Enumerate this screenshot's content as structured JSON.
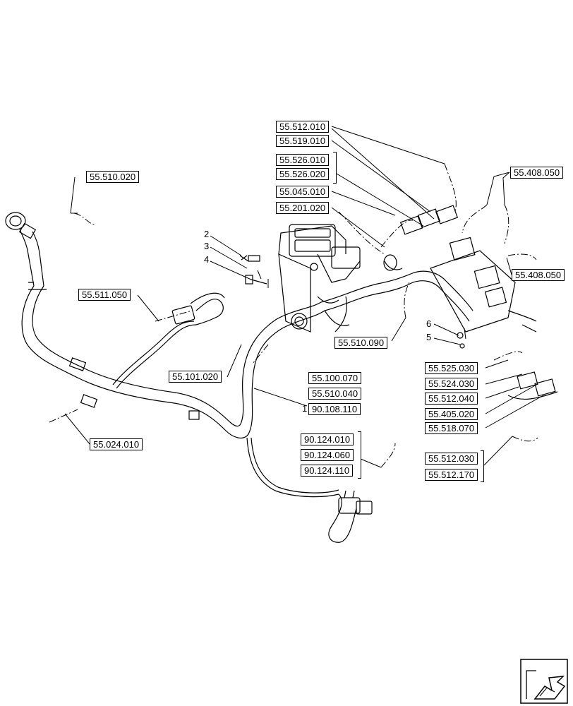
{
  "callouts": {
    "c_55_512_010_top": "55.512.010",
    "c_55_519_010": "55.519.010",
    "c_55_526_010": "55.526.010",
    "c_55_526_020": "55.526.020",
    "c_55_045_010": "55.045.010",
    "c_55_201_020": "55.201.020",
    "c_55_408_050_top": "55.408.050",
    "c_55_408_050_mid": "55.408.050",
    "c_55_510_020": "55.510.020",
    "c_55_511_050": "55.511.050",
    "c_55_510_090": "55.510.090",
    "c_55_101_020": "55.101.020",
    "c_55_100_070": "55.100.070",
    "c_55_510_040": "55.510.040",
    "c_90_108_110": "90.108.110",
    "c_55_525_030": "55.525.030",
    "c_55_524_030": "55.524.030",
    "c_55_512_040": "55.512.040",
    "c_55_405_020": "55.405.020",
    "c_55_518_070": "55.518.070",
    "c_55_024_010": "55.024.010",
    "c_90_124_010": "90.124.010",
    "c_90_124_060": "90.124.060",
    "c_90_124_110": "90.124.110",
    "c_55_512_030": "55.512.030",
    "c_55_512_170": "55.512.170"
  },
  "item_numbers": {
    "n1": "1",
    "n2": "2",
    "n3": "3",
    "n4": "4",
    "n5": "5",
    "n6": "6"
  },
  "icons": {
    "nav": "next-page-arrow-icon"
  }
}
